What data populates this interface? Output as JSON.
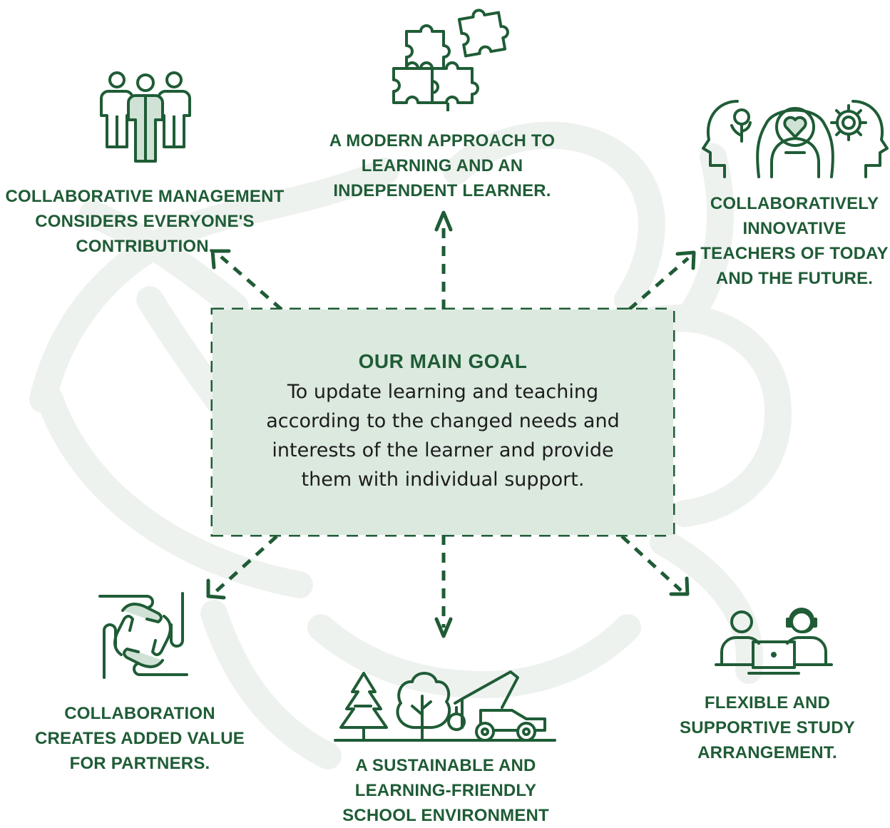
{
  "center": {
    "title": "OUR MAIN GOAL",
    "lines": [
      "To update learning and teaching",
      "according to the changed needs and",
      "interests of the learner and provide",
      "them with  individual support."
    ]
  },
  "items": [
    {
      "id": "management",
      "icon": "people-group-icon",
      "lines": [
        "COLLABORATIVE MANAGEMENT",
        "CONSIDERS EVERYONE'S",
        "CONTRIBUTION."
      ]
    },
    {
      "id": "approach",
      "icon": "puzzle-pieces-icon",
      "lines": [
        "A MODERN APPROACH TO",
        "LEARNING AND AN",
        "INDEPENDENT LEARNER."
      ]
    },
    {
      "id": "teachers",
      "icon": "heads-heart-gear-icon",
      "lines": [
        "COLLABORATIVELY",
        "INNOVATIVE",
        "TEACHERS OF TODAY",
        "AND THE FUTURE."
      ]
    },
    {
      "id": "partners",
      "icon": "joined-hands-icon",
      "lines": [
        "COLLABORATION",
        "CREATES ADDED VALUE",
        "FOR PARTNERS."
      ]
    },
    {
      "id": "environment",
      "icon": "trees-harvester-icon",
      "lines": [
        "A SUSTAINABLE AND",
        "LEARNING-FRIENDLY",
        "SCHOOL ENVIRONMENT"
      ]
    },
    {
      "id": "study",
      "icon": "online-study-icon",
      "lines": [
        "FLEXIBLE AND",
        "SUPPORTIVE STUDY",
        "ARRANGEMENT."
      ]
    }
  ],
  "colors": {
    "primary": "#1f5c36",
    "box_fill": "#dbe9df",
    "watermark": "#eef2ef"
  }
}
